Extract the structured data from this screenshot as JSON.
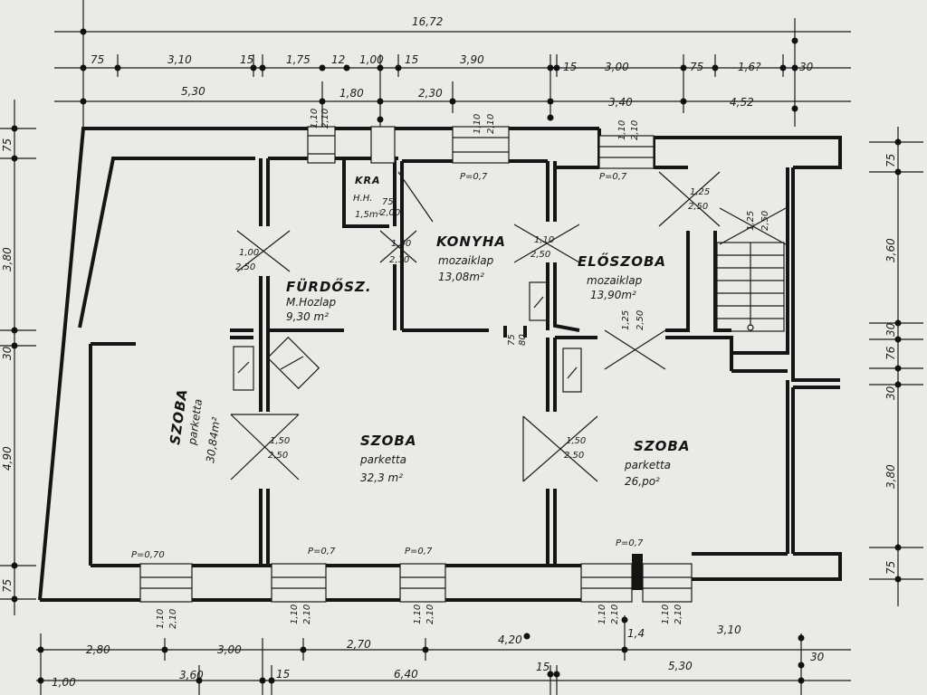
{
  "dims": {
    "top_total": "16,72",
    "top_row1": [
      "75",
      "3,10",
      "15",
      "1,75",
      "12",
      "1,00",
      "15",
      "3,90",
      "15",
      "3,00",
      "75",
      "1,6?",
      "30"
    ],
    "top_row2": [
      "5,30",
      "1,80",
      "2,30",
      "3,40",
      "4,52"
    ],
    "left": [
      "75",
      "3,80",
      "30",
      "4,90",
      "75"
    ],
    "right": [
      "75",
      "3,60",
      "30",
      "76",
      "30",
      "3,80",
      "75"
    ],
    "bottom_row1": [
      "2,80",
      "3,00",
      "2,70",
      "4,20",
      "1,4",
      "3,10",
      "30"
    ],
    "bottom_row2": [
      "1,00",
      "3,60",
      "15",
      "6,40",
      "15",
      "5,30"
    ],
    "openings_top": [
      "1,10",
      "2,10"
    ],
    "openings_bottom": [
      "1,10",
      "2,10"
    ],
    "door_mid": [
      "1,00",
      "2,50"
    ],
    "door_kitchen": [
      "1,10",
      "2,50"
    ],
    "door_szoba": [
      "1,50",
      "2,50"
    ],
    "door_szoba2": [
      "1,50",
      "2,50"
    ],
    "door_elo": [
      "1,25",
      "2,50"
    ],
    "door_stair": [
      "1,25",
      "2,50"
    ],
    "door_kitchen_small": [
      "75",
      "80"
    ],
    "parapet": [
      "P=0,7",
      "P=0,7",
      "P=0,70",
      "P=0,7",
      "P=0,7",
      "P=0,7"
    ]
  },
  "rooms": {
    "wc": {
      "name": "KRA",
      "lines": [
        "H.H.",
        "1,5m²"
      ],
      "dim": [
        "75",
        "2,00"
      ]
    },
    "kitchen": {
      "name": "KONYHA",
      "floor": "mozaiklap",
      "area": "13,08m²"
    },
    "hall": {
      "name": "ELŐSZOBA",
      "floor": "mozaiklap",
      "area": "13,90m²"
    },
    "bath": {
      "name": "FÜRDŐSZ.",
      "floor": "M.Hozlap",
      "area": "9,30 m²"
    },
    "left_room": {
      "name": "SZOBA",
      "floor": "parketta",
      "area": "30,84m²"
    },
    "center_room": {
      "name": "SZOBA",
      "floor": "parketta",
      "area": "32,3 m²"
    },
    "right_room": {
      "name": "SZOBA",
      "floor": "parketta",
      "area": "26,po²"
    }
  }
}
